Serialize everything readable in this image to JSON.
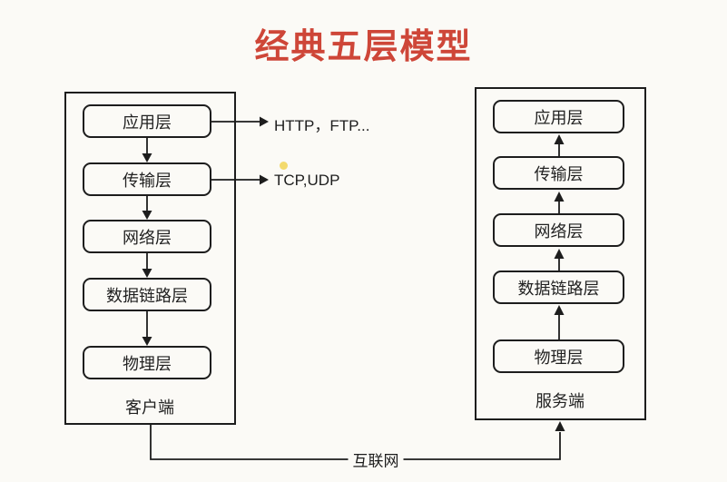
{
  "title": "经典五层模型",
  "colors": {
    "background": "#fbfaf6",
    "title_accent": "#ce4638",
    "line": "#1d1d1d",
    "highlight_dot": "#f3da6d"
  },
  "client": {
    "label": "客户端",
    "layers": [
      "应用层",
      "传输层",
      "网络层",
      "数据链路层",
      "物理层"
    ]
  },
  "server": {
    "label": "服务端",
    "layers": [
      "应用层",
      "传输层",
      "网络层",
      "数据链路层",
      "物理层"
    ]
  },
  "annotations": {
    "application_protocols": "HTTP，FTP...",
    "transport_protocols": "TCP,UDP",
    "internet_label": "互联网"
  }
}
